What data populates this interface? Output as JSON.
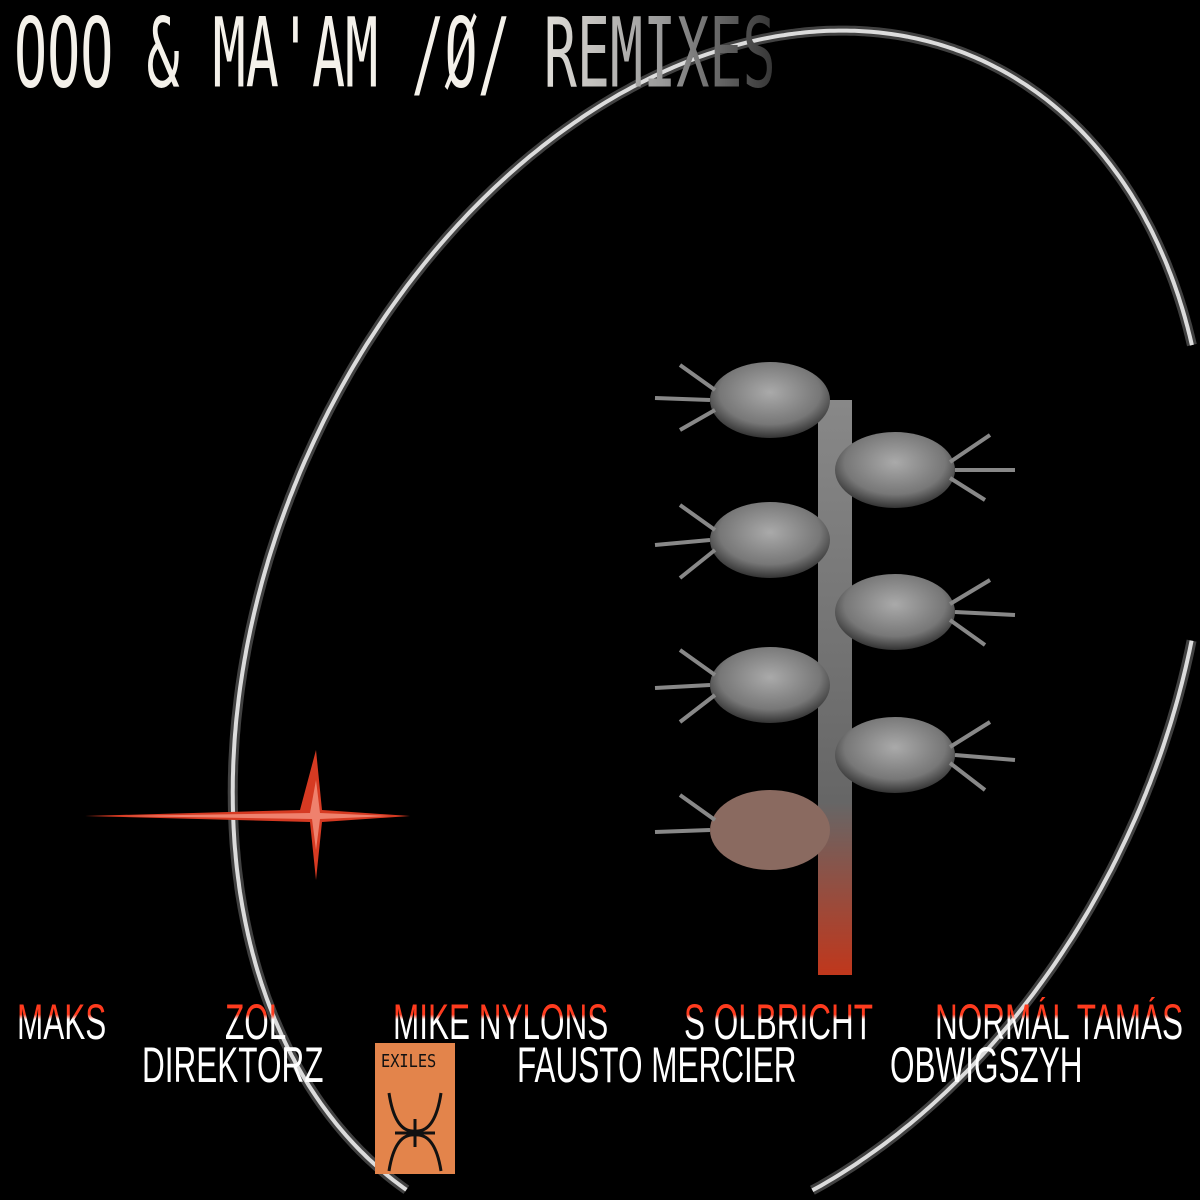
{
  "title": "OOO & MA'AM /Ø/ REMIXES",
  "artists_row1": [
    "MAKS",
    "ZOL",
    "MIKE NYLONS",
    "S OLBRICHT",
    "NORMÁL TAMÁS"
  ],
  "artists_row2": [
    "DIREKTORZ",
    "FAUSTO MERCIER",
    "OBWIGSZYH"
  ],
  "label": {
    "name": "EXILES"
  },
  "colors": {
    "background": "#000000",
    "accent_red": "#ff3b1e",
    "label_orange": "#e3844b",
    "text": "#f4f1ea"
  }
}
